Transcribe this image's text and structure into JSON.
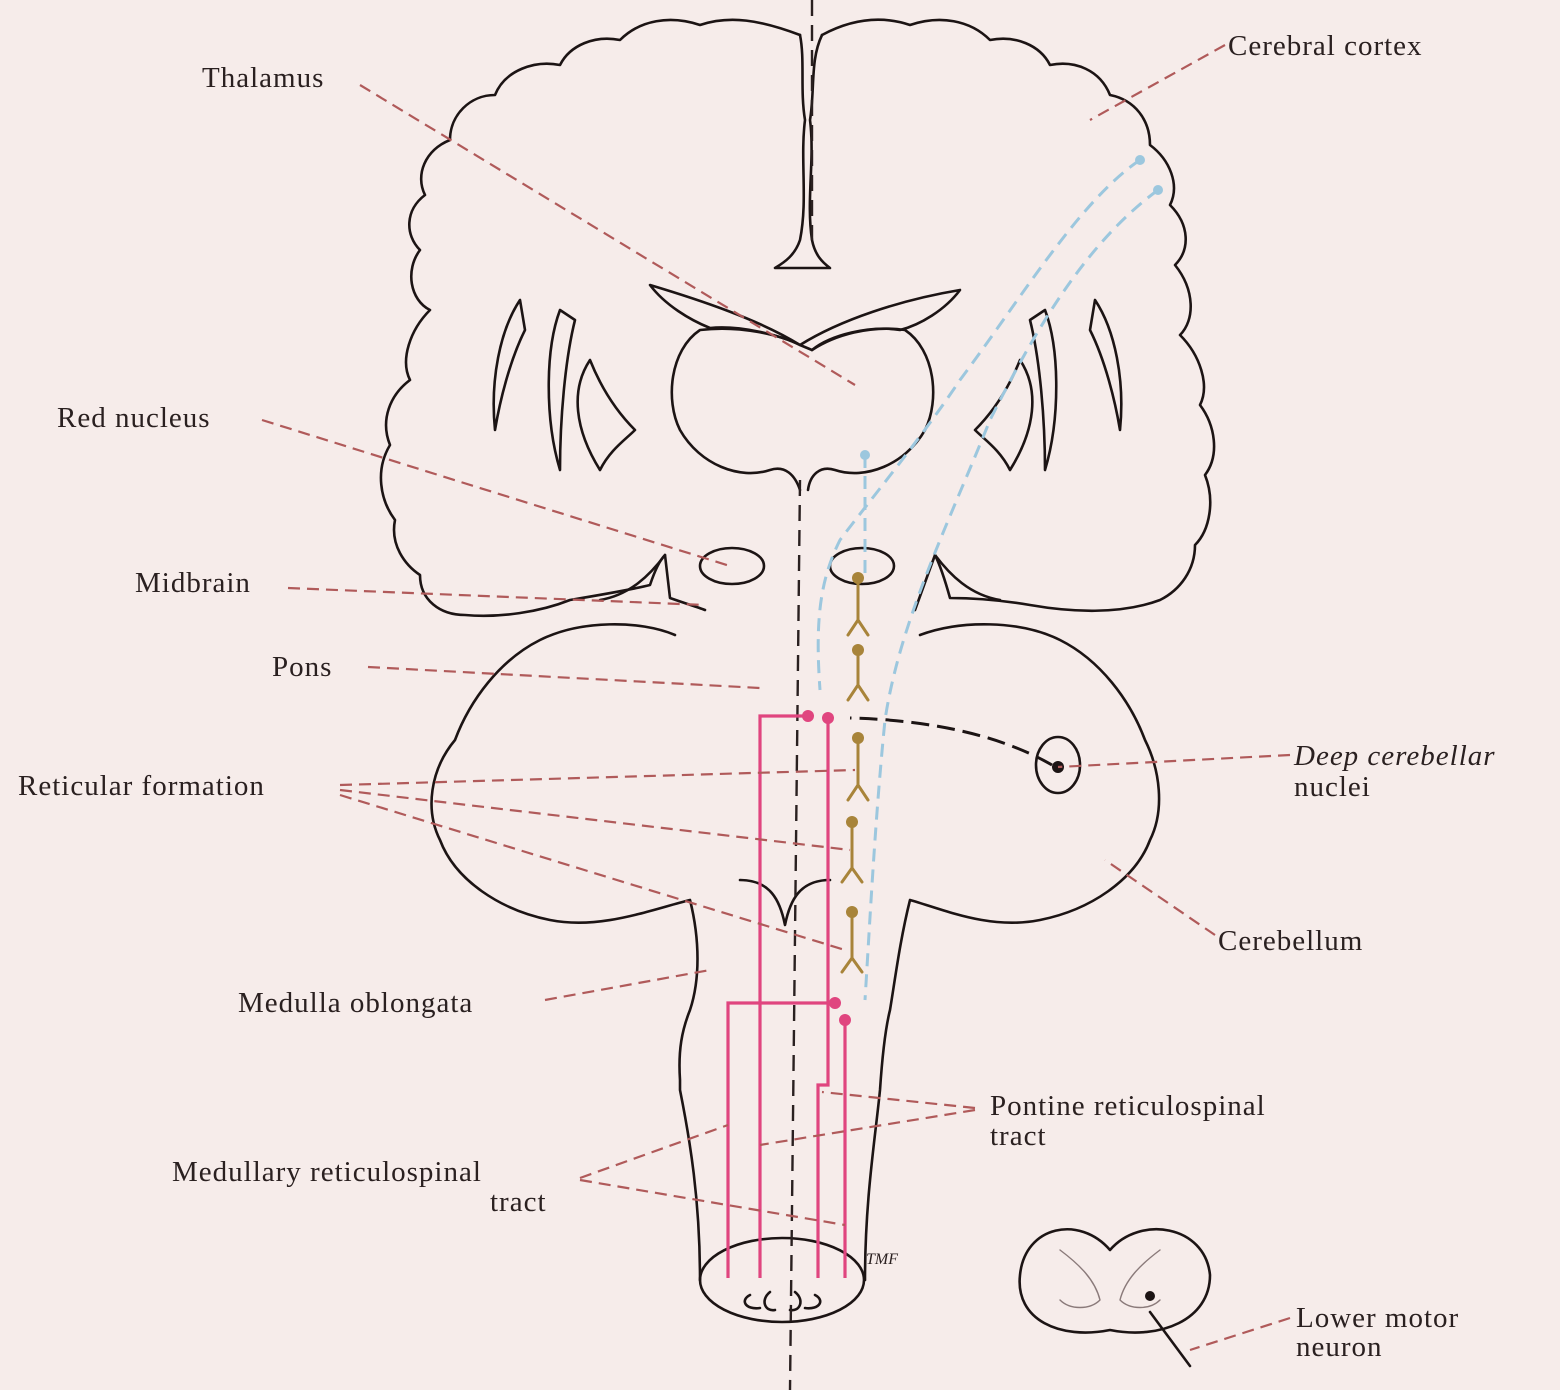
{
  "labels": {
    "thalamus": "Thalamus",
    "cerebral_cortex": "Cerebral cortex",
    "red_nucleus": "Red nucleus",
    "midbrain": "Midbrain",
    "pons": "Pons",
    "reticular_formation": "Reticular formation",
    "deep_cerebellar_nuclei_line1": "Deep cerebellar",
    "deep_cerebellar_nuclei_line2": "nuclei",
    "cerebellum": "Cerebellum",
    "medulla_oblongata": "Medulla oblongata",
    "pontine_tract_line1": "Pontine reticulospinal",
    "pontine_tract_line2": "tract",
    "medullary_tract_line1": "Medullary reticulospinal",
    "medullary_tract_line2": "tract",
    "lower_motor_neuron_line1": "Lower motor",
    "lower_motor_neuron_line2": "neuron",
    "signature": "TMF"
  },
  "colors": {
    "background": "#f6ecea",
    "outline": "#1c1414",
    "leader_lines": "#b05a5a",
    "cortical_pathway": "#9cc7de",
    "reticulospinal_tracts": "#e0457f",
    "reticular_neurons": "#a8843a"
  }
}
